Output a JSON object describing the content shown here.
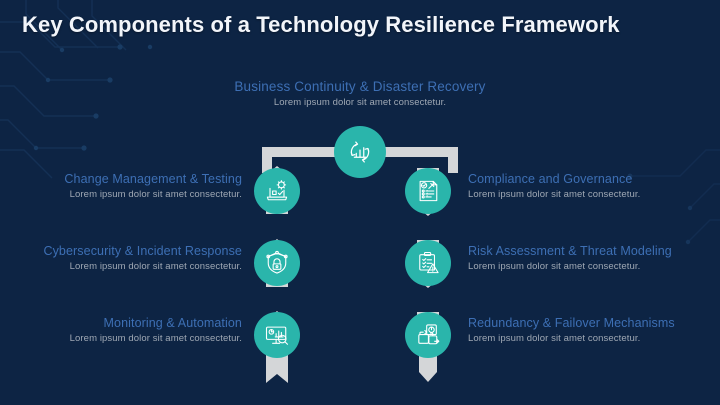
{
  "slide": {
    "title": "Key Components of a Technology Resilience Framework",
    "background_color": "#0d2444",
    "accent_color": "#2ab5ab",
    "heading_color": "#3d6fb4",
    "subtitle_color": "#9fa8b4",
    "connector_color": "#d4d6d8"
  },
  "top_node": {
    "title": "Business Continuity & Disaster Recovery",
    "subtitle": "Lorem ipsum dolor sit amet consectetur.",
    "icon": "chart-recycle-icon"
  },
  "left_items": [
    {
      "title": "Change Management & Testing",
      "subtitle": "Lorem ipsum dolor sit amet consectetur.",
      "icon": "laptop-gear-icon"
    },
    {
      "title": "Cybersecurity & Incident Response",
      "subtitle": "Lorem ipsum dolor sit amet consectetur.",
      "icon": "shield-lock-icon"
    },
    {
      "title": "Monitoring & Automation",
      "subtitle": "Lorem ipsum dolor sit amet consectetur.",
      "icon": "monitor-magnifier-icon"
    }
  ],
  "right_items": [
    {
      "title": "Compliance and Governance",
      "subtitle": "Lorem ipsum dolor sit amet consectetur.",
      "icon": "document-gavel-icon"
    },
    {
      "title": "Risk Assessment & Threat Modeling",
      "subtitle": "Lorem ipsum dolor sit amet consectetur.",
      "icon": "clipboard-warning-icon"
    },
    {
      "title": "Redundancy & Failover Mechanisms",
      "subtitle": "Lorem ipsum dolor sit amet consectetur.",
      "icon": "server-failover-icon"
    }
  ]
}
